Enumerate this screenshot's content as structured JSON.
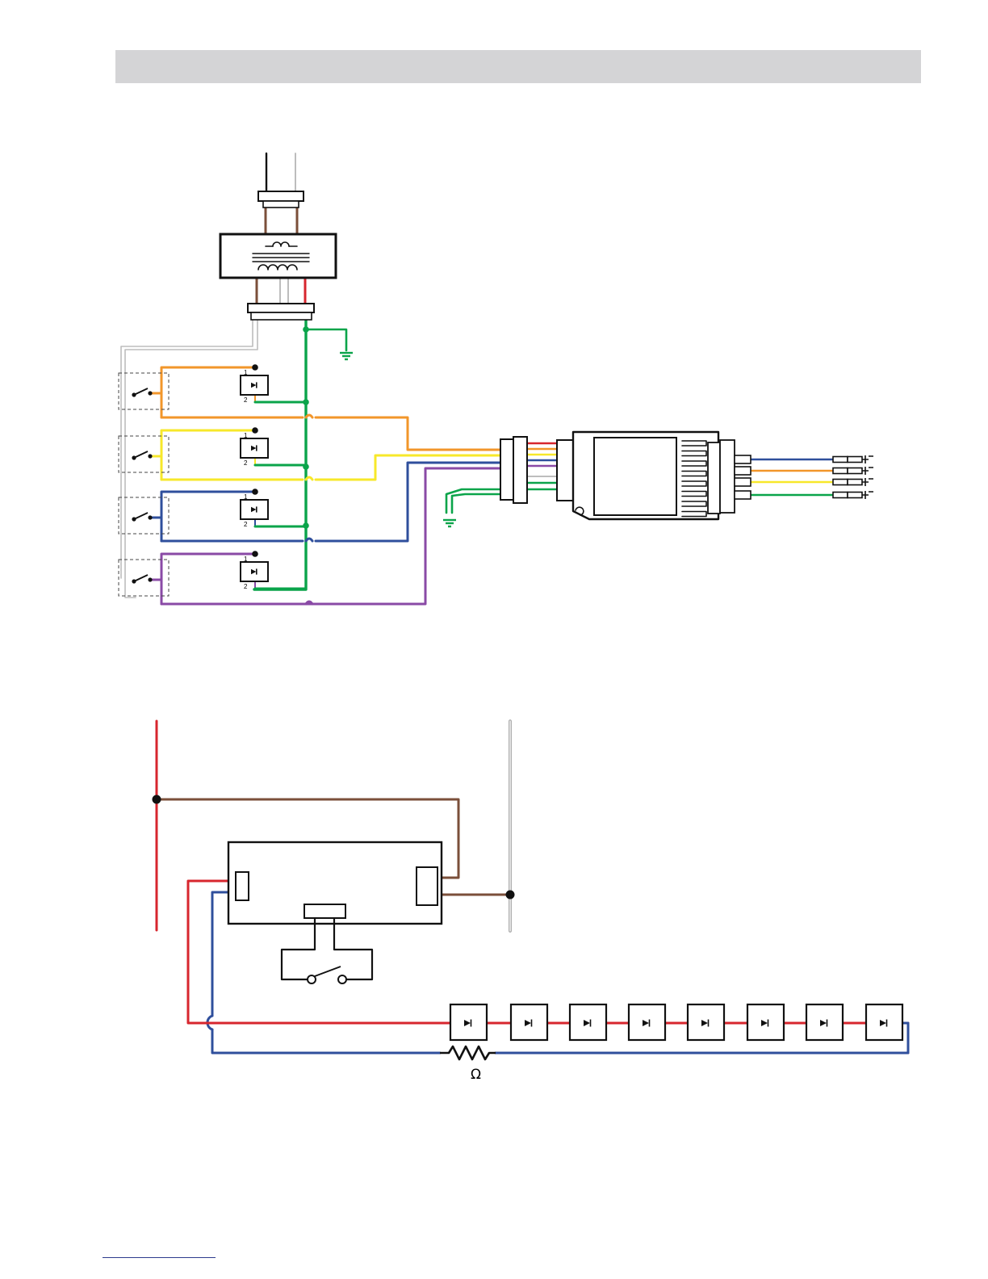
{
  "colors": {
    "header_bar": "#d4d4d6",
    "black": "#111111",
    "white_wire": "#bdbdbd",
    "brown": "#7b4f3a",
    "red": "#d7262e",
    "green": "#0aa44a",
    "orange": "#f2962a",
    "yellow": "#f7e82a",
    "blue": "#2f4f9c",
    "purple": "#8a4aa6",
    "footer_rule": "#2d3a8c"
  },
  "labels": {
    "pin_1": "1",
    "pin_2": "2",
    "resistor_symbol": "Ω"
  },
  "icons": {
    "transformer": "transformer-icon",
    "ground": "ground-icon",
    "led": "led-icon",
    "switch": "switch-icon",
    "resistor": "resistor-icon",
    "plug": "plug-icon",
    "ignitor": "ignitor-icon"
  }
}
